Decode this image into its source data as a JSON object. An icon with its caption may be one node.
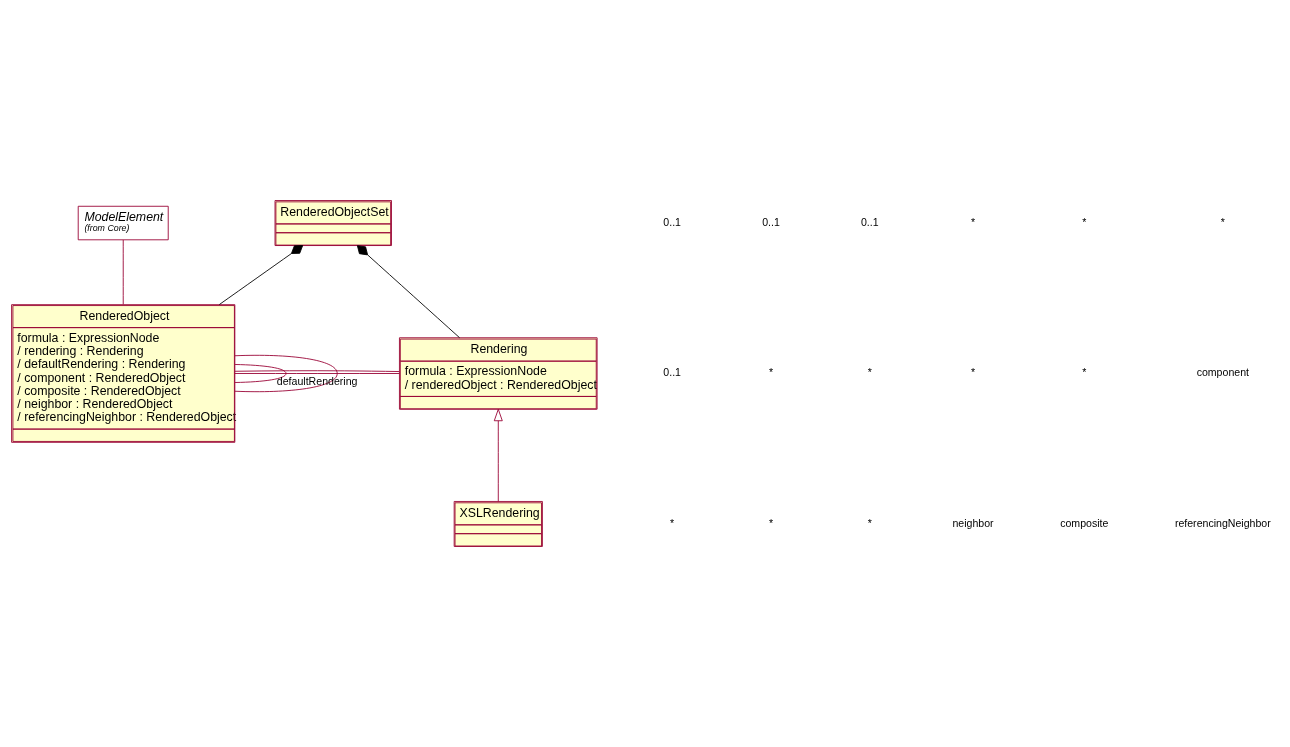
{
  "diagram": {
    "nodes": [
      {
        "text": [
          "ModelElement",
          "(from Core)"
        ]
      },
      {
        "text": [
          "RenderedObjectSet"
        ]
      },
      {
        "text": [
          "RenderedObject",
          "formula : ExpressionNode",
          "/ rendering : Rendering",
          "/ defaultRendering : Rendering",
          "/ component : RenderedObject",
          "/ composite : RenderedObject",
          "/ neighbor : RenderedObject",
          "/ referencingNeighbor : RenderedObject"
        ]
      },
      {
        "text": [
          "Rendering",
          "formula : ExpressionNode",
          "/ renderedObject : RenderedObject"
        ]
      },
      {
        "text": [
          "XSLRendering"
        ]
      }
    ],
    "edges": [
      {
        "from": 2,
        "to": 0,
        "arrow": "none"
      },
      {
        "from": 2,
        "to": 1,
        "arrow": "other",
        "color": "#000000"
      },
      {
        "from": 3,
        "to": 1,
        "arrow": "other",
        "color": "#000000"
      },
      {
        "from": 2,
        "to": 3,
        "arrow": "none",
        "label": "defaultRendering"
      },
      {
        "from": 2,
        "to": 3,
        "arrow": "none"
      },
      {
        "from": 2,
        "to": 2,
        "arrow": "none"
      },
      {
        "from": 2,
        "to": 2,
        "arrow": "none"
      },
      {
        "from": 4,
        "to": 3,
        "arrow": "to"
      }
    ],
    "labels": [
      "0..1",
      "0..1",
      "0..1",
      "*",
      "*",
      "*",
      "0..1",
      "*",
      "*",
      "*",
      "*",
      "component",
      "*",
      "*",
      "*",
      "neighbor",
      "composite",
      "referencingNeighbor"
    ]
  }
}
